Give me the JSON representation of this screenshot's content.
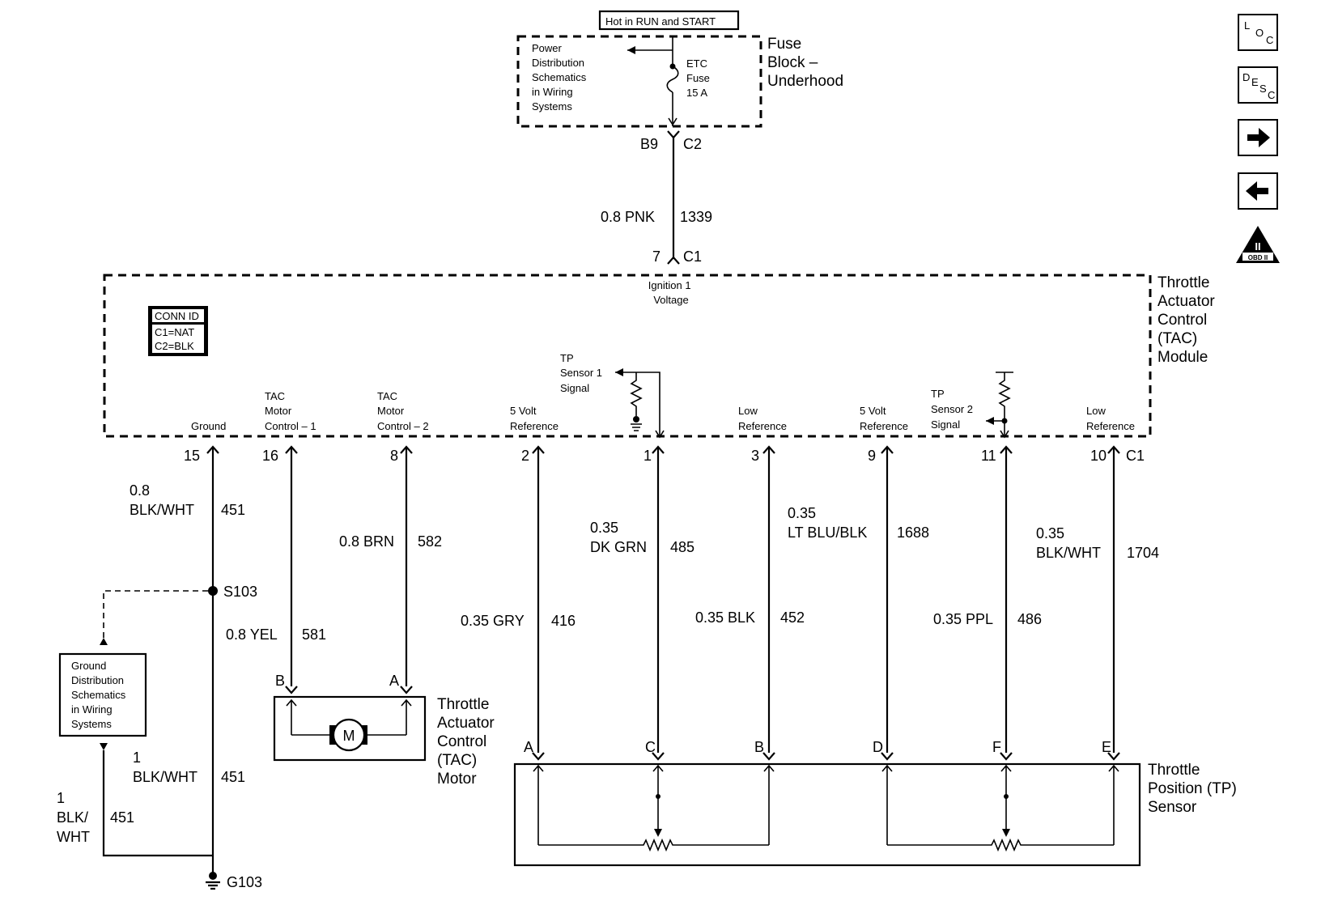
{
  "fuse_block": {
    "power_header": "Hot in RUN and START",
    "power_dist_lines": [
      "Power",
      "Distribution",
      "Schematics",
      "in Wiring",
      "Systems"
    ],
    "fuse_lines": [
      "ETC",
      "Fuse",
      "15 A"
    ],
    "title_lines": [
      "Fuse",
      "Block –",
      "Underhood"
    ],
    "pin_left": "B9",
    "pin_right": "C2"
  },
  "feed_wire": {
    "gauge_color": "0.8 PNK",
    "circuit": "1339",
    "pin": "7",
    "connector": "C1"
  },
  "tac_module": {
    "title_lines": [
      "Throttle",
      "Actuator",
      "Control",
      "(TAC)",
      "Module"
    ],
    "ignition_lines": [
      "Ignition 1",
      "Voltage"
    ],
    "conn_id": [
      "CONN ID",
      "C1=NAT",
      "C2=BLK"
    ],
    "connector_label": "C1",
    "tp1_label": [
      "TP",
      "Sensor 1",
      "Signal"
    ],
    "tp2_label": [
      "TP",
      "Sensor 2",
      "Signal"
    ],
    "pins": [
      {
        "pin": "15",
        "label": [
          "Ground"
        ]
      },
      {
        "pin": "16",
        "label": [
          "TAC",
          "Motor",
          "Control – 1"
        ]
      },
      {
        "pin": "8",
        "label": [
          "TAC",
          "Motor",
          "Control – 2"
        ]
      },
      {
        "pin": "2",
        "label": [
          "5 Volt",
          "Reference"
        ]
      },
      {
        "pin": "1",
        "label": []
      },
      {
        "pin": "3",
        "label": [
          "Low",
          "Reference"
        ]
      },
      {
        "pin": "9",
        "label": [
          "5 Volt",
          "Reference"
        ]
      },
      {
        "pin": "11",
        "label": []
      },
      {
        "pin": "10",
        "label": [
          "Low",
          "Reference"
        ]
      }
    ]
  },
  "wires": [
    {
      "lines": [
        "0.8",
        "BLK/WHT"
      ],
      "circuit": "451"
    },
    {
      "lines": [
        "0.8 YEL"
      ],
      "circuit": "581"
    },
    {
      "lines": [
        "0.8 BRN"
      ],
      "circuit": "582"
    },
    {
      "lines": [
        "0.35 GRY"
      ],
      "circuit": "416"
    },
    {
      "lines": [
        "0.35",
        "DK GRN"
      ],
      "circuit": "485"
    },
    {
      "lines": [
        "0.35 BLK"
      ],
      "circuit": "452"
    },
    {
      "lines": [
        "0.35",
        "LT BLU/BLK"
      ],
      "circuit": "1688"
    },
    {
      "lines": [
        "0.35 PPL"
      ],
      "circuit": "486"
    },
    {
      "lines": [
        "0.35",
        "BLK/WHT"
      ],
      "circuit": "1704"
    }
  ],
  "ground": {
    "splice": "S103",
    "dist_lines": [
      "Ground",
      "Distribution",
      "Schematics",
      "in Wiring",
      "Systems"
    ],
    "lower_wire": {
      "lines": [
        "1",
        "BLK/WHT"
      ],
      "circuit": "451"
    },
    "left_wire": {
      "lines": [
        "1",
        "BLK/",
        "WHT"
      ],
      "circuit": "451"
    },
    "ground_point": "G103"
  },
  "tac_motor": {
    "pin_b": "B",
    "pin_a": "A",
    "symbol": "M",
    "title_lines": [
      "Throttle",
      "Actuator",
      "Control",
      "(TAC)",
      "Motor"
    ]
  },
  "tp_sensor": {
    "pins": [
      "A",
      "C",
      "B",
      "D",
      "F",
      "E"
    ],
    "title_lines": [
      "Throttle",
      "Position (TP)",
      "Sensor"
    ]
  },
  "nav": {
    "loc": [
      "L",
      "O",
      "C"
    ],
    "desc": [
      "D",
      "E",
      "S",
      "C"
    ],
    "next_icon": "arrow-right-icon",
    "prev_icon": "arrow-left-icon",
    "obd": [
      "II",
      "OBD II"
    ]
  }
}
